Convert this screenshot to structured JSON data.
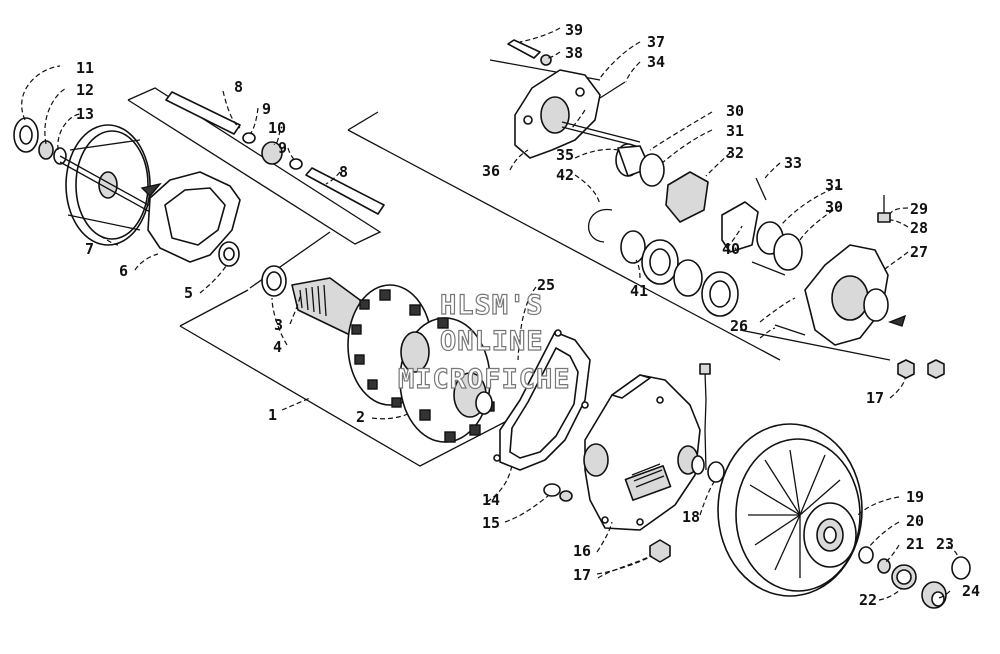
{
  "watermark": [
    "HLSM'S",
    "ONLINE",
    "MICROFICHE"
  ],
  "callouts": [
    "1",
    "2",
    "3",
    "4",
    "5",
    "6",
    "7",
    "8",
    "8",
    "9",
    "9",
    "10",
    "11",
    "12",
    "13",
    "14",
    "15",
    "16",
    "17",
    "17",
    "18",
    "19",
    "20",
    "21",
    "22",
    "23",
    "24",
    "25",
    "26",
    "26",
    "27",
    "28",
    "29",
    "30",
    "30",
    "31",
    "31",
    "32",
    "33",
    "34",
    "35",
    "36",
    "37",
    "38",
    "39",
    "40",
    "41",
    "42"
  ],
  "colors": {
    "line": "#111111",
    "fill": "#ffffff",
    "shade": "#d9d9d9"
  }
}
